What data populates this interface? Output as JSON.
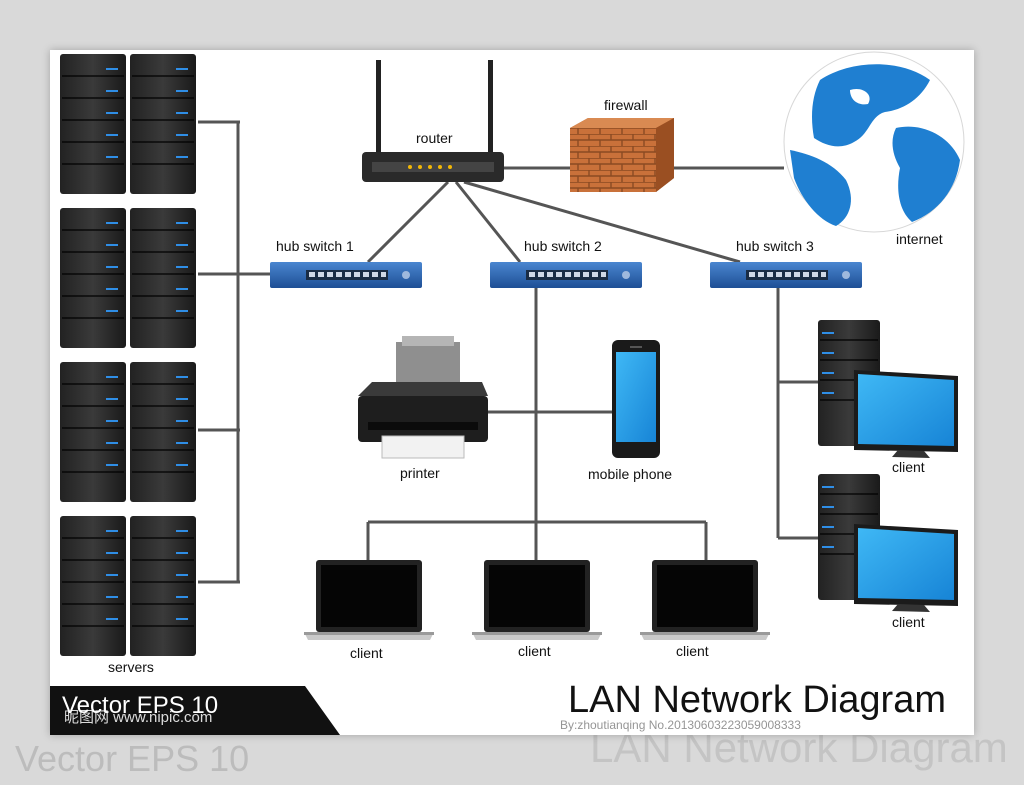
{
  "diagram": {
    "title": "LAN Network Diagram",
    "nodes": {
      "servers": "servers",
      "router": "router",
      "firewall": "firewall",
      "internet": "internet",
      "hub_switch_1": "hub switch 1",
      "hub_switch_2": "hub switch 2",
      "hub_switch_3": "hub switch 3",
      "printer": "printer",
      "mobile_phone": "mobile phone",
      "client_laptop_1": "client",
      "client_laptop_2": "client",
      "client_laptop_3": "client",
      "client_desktop_1": "client",
      "client_desktop_2": "client"
    },
    "edges": [
      {
        "from": "servers",
        "to": "hub switch 1"
      },
      {
        "from": "router",
        "to": "hub switch 1"
      },
      {
        "from": "router",
        "to": "hub switch 2"
      },
      {
        "from": "router",
        "to": "hub switch 3"
      },
      {
        "from": "router",
        "to": "firewall"
      },
      {
        "from": "firewall",
        "to": "internet"
      },
      {
        "from": "hub switch 2",
        "to": "printer"
      },
      {
        "from": "hub switch 2",
        "to": "mobile phone"
      },
      {
        "from": "hub switch 2",
        "to": "client"
      },
      {
        "from": "hub switch 3",
        "to": "client"
      }
    ]
  },
  "footer": {
    "left_text": "Vector EPS 10",
    "watermark_site": "昵图网 www.nipic.com",
    "credit": "By:zhoutianqing No.20130603223059008333"
  },
  "colors": {
    "switch_blue": "#2a67b6",
    "screen_blue": "#1a9be8",
    "globe_blue": "#1f7fd1",
    "brick": "#c9713a",
    "line": "#555555"
  }
}
